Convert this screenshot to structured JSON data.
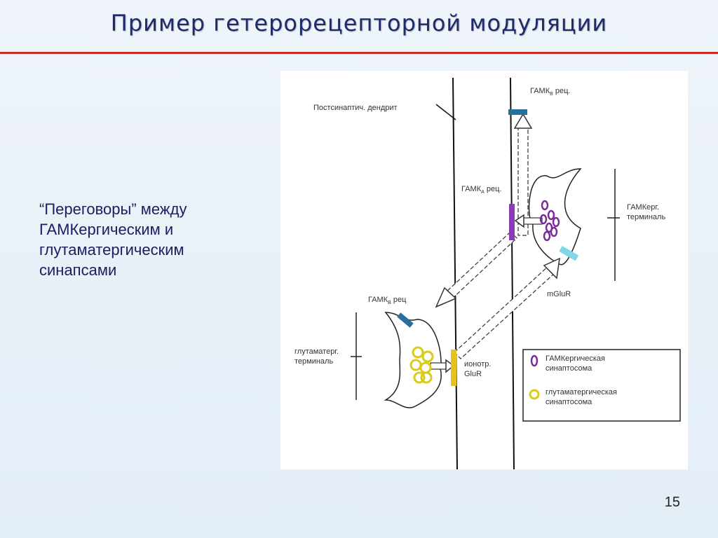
{
  "slide": {
    "title": "Пример гетерорецепторной модуляции",
    "side_text": [
      "“Переговоры” между",
      "ГАМКергическим и",
      "глутаматергическим",
      "синапсами"
    ],
    "page_number": "15"
  },
  "diagram": {
    "labels": {
      "postsyn_dendrite": "Постсинаптич. дендрит",
      "gabab_rec_top": "ГАМК",
      "gabab_rec_top_sub": "B",
      "gabab_rec_top_rest": " рец.",
      "gabaa_rec": "ГАМК",
      "gabaa_rec_sub": "A",
      "gabaa_rec_rest": " рец.",
      "gaba_terminal_1": "ГАМКерг.",
      "gaba_terminal_2": "терминаль",
      "mglur": "mGluR",
      "gabab_rec_left": "ГАМК",
      "gabab_rec_left_sub": "B",
      "gabab_rec_left_rest": " рец",
      "glut_terminal_1": "глутаматерг.",
      "glut_terminal_2": "терминаль",
      "ionotr_1": "ионотр.",
      "ionotr_2": "GluR"
    },
    "legend": {
      "gaba_1": "ГАМКергическая",
      "gaba_2": "синаптосома",
      "glut_1": "глутаматергическая",
      "glut_2": "синаптосома"
    },
    "colors": {
      "gaba_vesicle": "#7b2a9a",
      "glut_vesicle": "#d8cc18",
      "gabab_receptor": "#2a6f9c",
      "gabaa_receptor": "#8a3bb5",
      "mglur_receptor": "#7fd6e6",
      "ionotr_receptor": "#e6c21a"
    }
  }
}
